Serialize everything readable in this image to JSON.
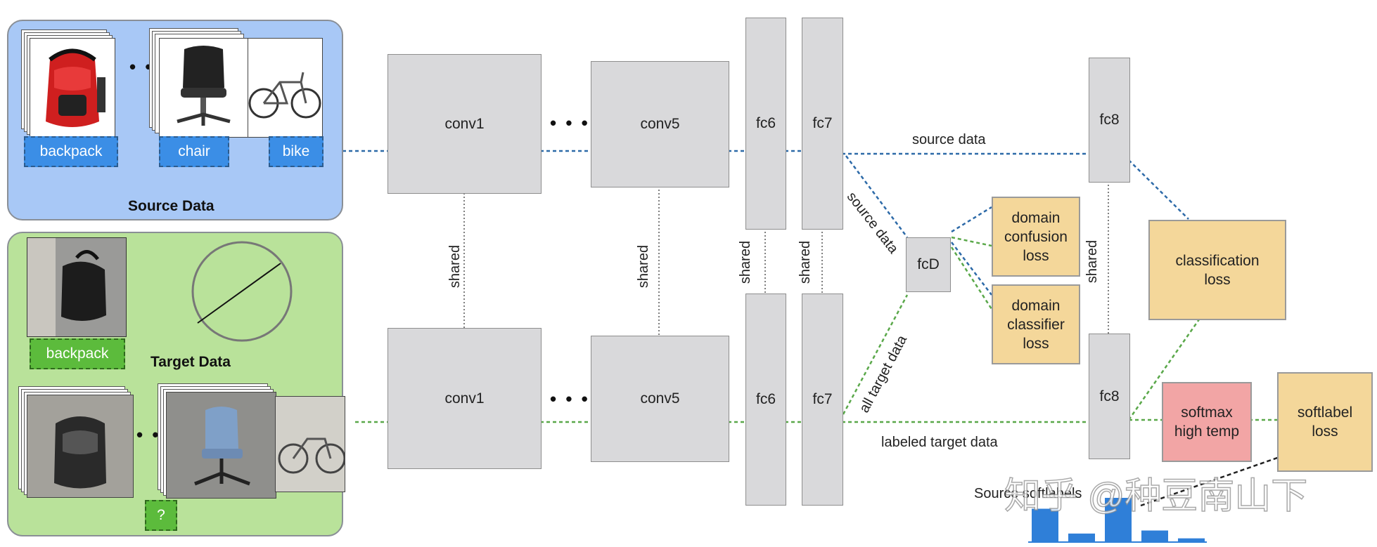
{
  "source_panel": {
    "title": "Source Data",
    "labels": [
      "backpack",
      "chair",
      "bike"
    ]
  },
  "target_panel": {
    "title": "Target Data",
    "labeled": "backpack",
    "unknown": "?"
  },
  "network": {
    "top": {
      "conv1": "conv1",
      "conv5": "conv5",
      "fc6": "fc6",
      "fc7": "fc7",
      "fc8": "fc8"
    },
    "bottom": {
      "conv1": "conv1",
      "conv5": "conv5",
      "fc6": "fc6",
      "fc7": "fc7",
      "fc8": "fc8"
    },
    "fcD": "fcD",
    "shared": "shared",
    "ellipsis": "• • •"
  },
  "edges": {
    "source_data_top": "source data",
    "source_data_diag": "source data",
    "all_target_data": "all target data",
    "labeled_target_data": "labeled target data"
  },
  "losses": {
    "domain_confusion": "domain\nconfusion\nloss",
    "domain_classifier": "domain\nclassifier\nloss",
    "classification": "classification\nloss",
    "softmax": "softmax\nhigh temp",
    "softlabel": "softlabel\nloss"
  },
  "source_softlabels": {
    "caption": "Source softlabels",
    "values": [
      0.75,
      0.18,
      1.0,
      0.25,
      0.07
    ]
  },
  "watermark": "知乎 @种豆南山下",
  "colors": {
    "source_blue": "#2d6aa8",
    "target_green": "#5aa84a",
    "box_gray": "#d9d9db",
    "loss_yellow": "#f4d79a",
    "softmax_pink": "#f2a5a5",
    "bar_blue": "#2f7fd8"
  },
  "icons": {
    "source_images": [
      "backpack-photo",
      "chair-photo",
      "bike-photo"
    ],
    "target_images": [
      "backpack-photo",
      "backpack-photo",
      "chair-photo"
    ],
    "empty_set": "circle-slash-icon"
  }
}
